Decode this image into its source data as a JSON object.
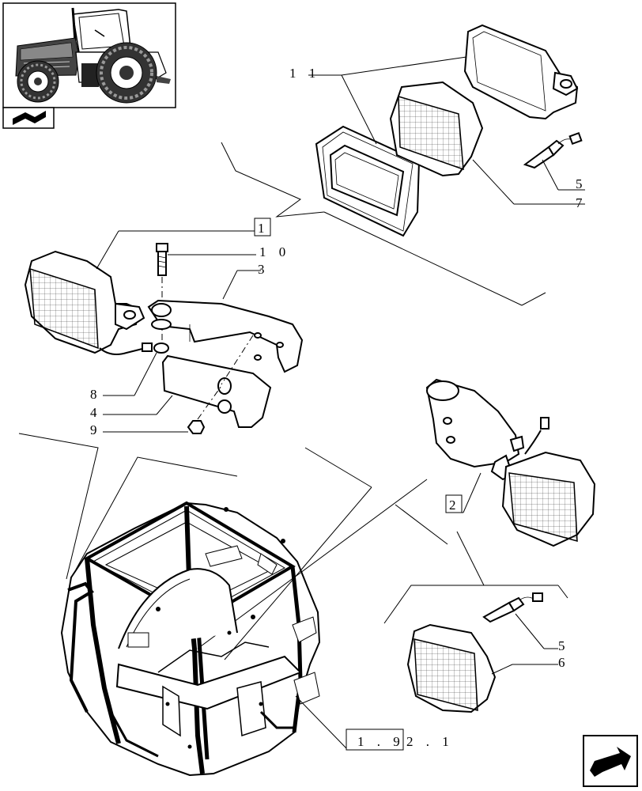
{
  "callouts": {
    "c11": "1 1",
    "c10": "1 0",
    "c3": "3",
    "c5a": "5",
    "c7": "7",
    "c1": "1",
    "c8": "8",
    "c4": "4",
    "c9": "9",
    "c2": "2",
    "c5b": "5",
    "c6": "6",
    "ref_boxed": "1 . 9",
    "ref_rest": "2 . 1"
  },
  "icons": {
    "thumbnail": "tractor-thumbnail-icon",
    "section": "book-section-icon",
    "nav": "next-page-arrow-icon"
  }
}
